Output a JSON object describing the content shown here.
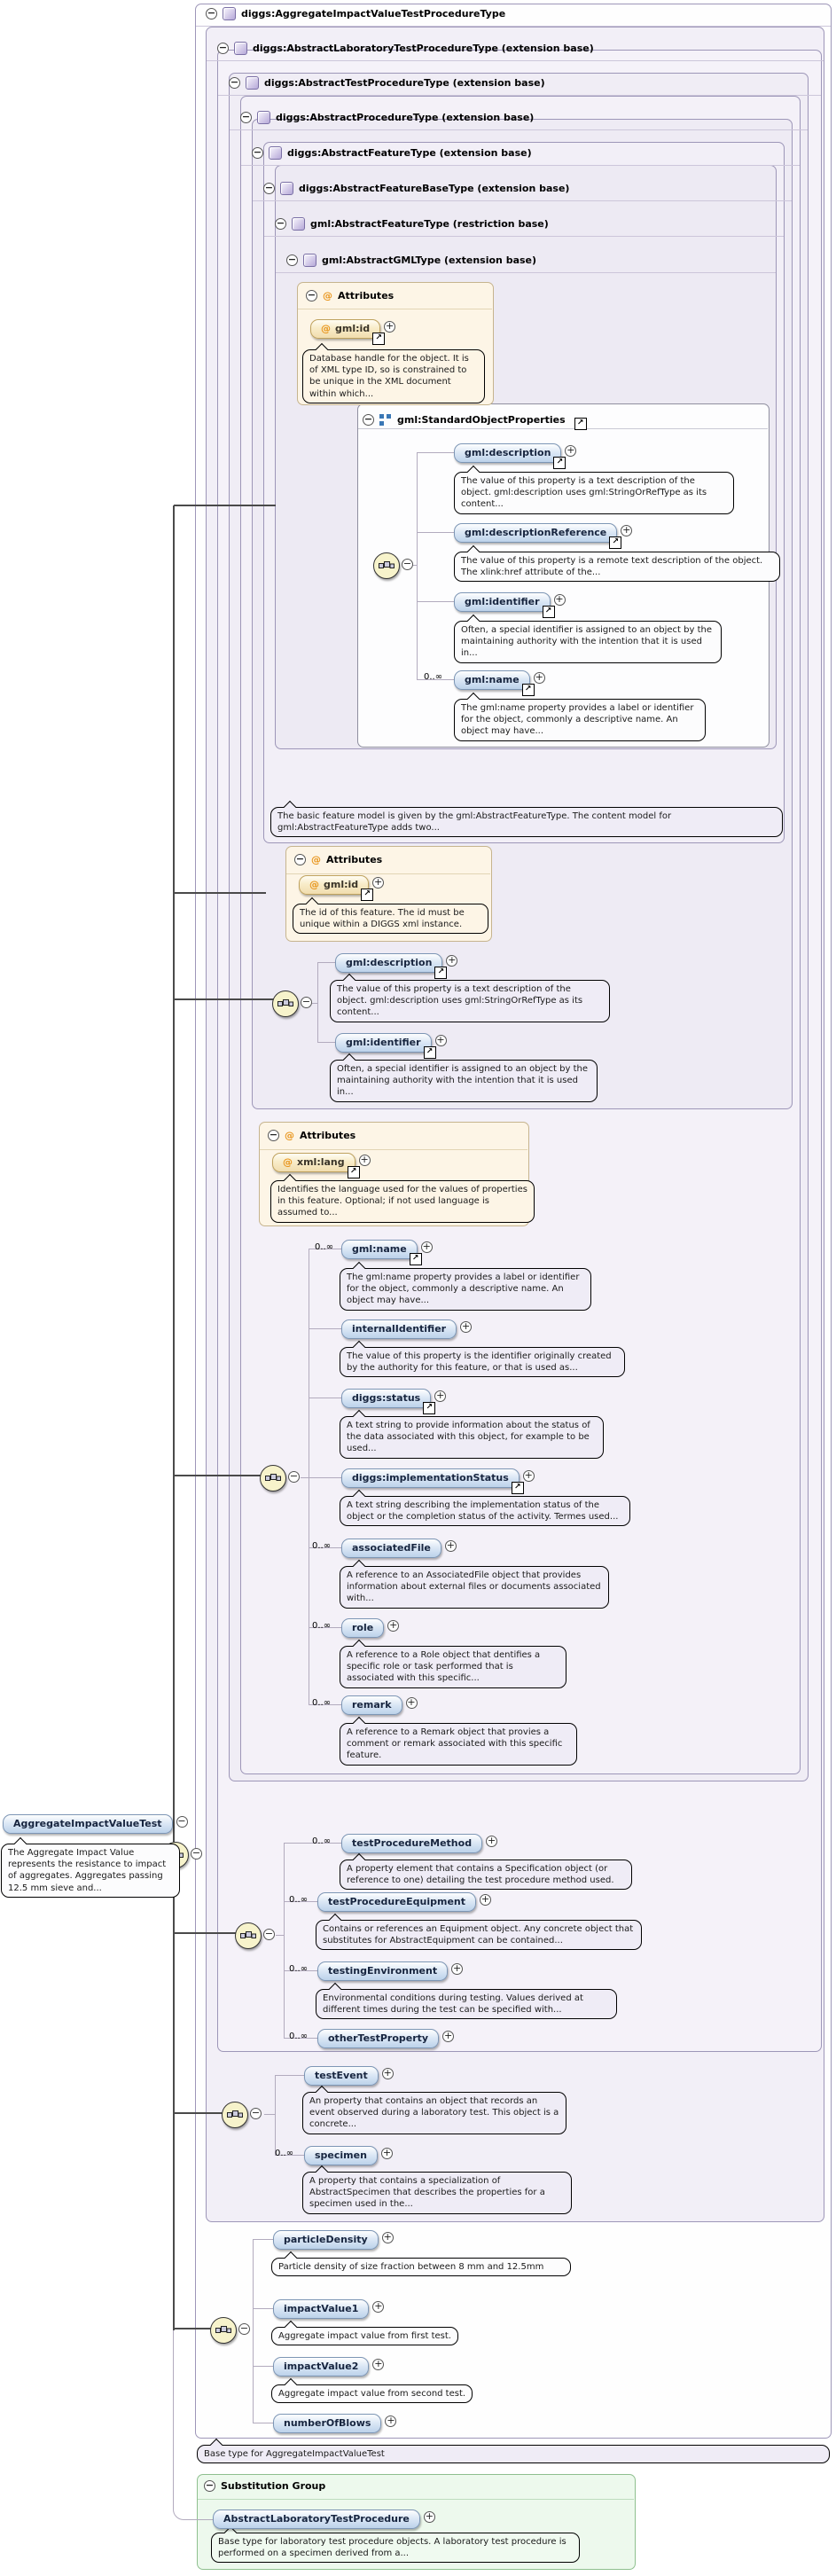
{
  "headers": {
    "box1": "diggs:AggregateImpactValueTestProcedureType",
    "box2": "diggs:AbstractLaboratoryTestProcedureType (extension base)",
    "box3": "diggs:AbstractTestProcedureType (extension base)",
    "box4": "diggs:AbstractProcedureType (extension base)",
    "box5": "diggs:AbstractFeatureType (extension base)",
    "box6": "diggs:AbstractFeatureBaseType (extension base)",
    "box7": "gml:AbstractFeatureType (restriction base)",
    "box8": "gml:AbstractGMLType (extension base)",
    "sop": "gml:StandardObjectProperties",
    "attributes": "Attributes",
    "substitution_group": "Substitution Group"
  },
  "root_element": {
    "label": "AggregateImpactValueTest",
    "doc": "The Aggregate Impact Value represents the resistance to impact of aggregates. Aggregates passing 12.5 mm sieve and..."
  },
  "attrs": {
    "gml_id_gml": {
      "label": "gml:id",
      "doc": "Database handle for the object. It is of XML type ID, so is constrained to be unique in the XML document within which..."
    },
    "gml_id_diggs": {
      "label": "gml:id",
      "doc": "The id of this feature. The id must be unique within a DIGGS xml instance."
    },
    "xml_lang": {
      "label": "xml:lang",
      "doc": "Identifies the language used for the values of properties in this feature. Optional; if not used language is assumed to..."
    }
  },
  "sop_items": [
    {
      "label": "gml:description",
      "doc": "The value of this property is a text description of the object. gml:description uses gml:StringOrRefType as its content..."
    },
    {
      "label": "gml:descriptionReference",
      "doc": "The value of this property is a remote text description of the object. The xlink:href attribute of the..."
    },
    {
      "label": "gml:identifier",
      "doc": "Often, a special identifier is assigned to an object by the maintaining authority with the intention that it is used in..."
    },
    {
      "label": "gml:name",
      "occurs": "0..∞",
      "doc": "The gml:name property provides a label or identifier for the object, commonly a descriptive name. An object may have..."
    }
  ],
  "feature_base_items": [
    {
      "label": "gml:description",
      "doc": "The value of this property is a text description of the object. gml:description uses gml:StringOrRefType as its content..."
    },
    {
      "label": "gml:identifier",
      "doc": "Often, a special identifier is assigned to an object by the maintaining authority with the intention that it is used in..."
    }
  ],
  "feature_items": [
    {
      "label": "gml:name",
      "occurs": "0..∞",
      "doc": "The gml:name property provides a label or identifier for the object, commonly a descriptive name. An object may have..."
    },
    {
      "label": "internalIdentifier",
      "doc": "The value of this property is the identifier originally created by the authority for this feature, or that is used as..."
    },
    {
      "label": "diggs:status",
      "doc": "A text string to provide information about the status of the data associated with this object, for example to be used..."
    },
    {
      "label": "diggs:implementationStatus",
      "doc": "A text string describing the implementation status of the object or the completion status of the activity. Termes used..."
    },
    {
      "label": "associatedFile",
      "occurs": "0..∞",
      "doc": "A reference to an AssociatedFile object that provides information about external files or documents associated with..."
    },
    {
      "label": "role",
      "occurs": "0..∞",
      "doc": "A reference to a Role object that dentifies a specific role or task performed that is associated with this specific..."
    },
    {
      "label": "remark",
      "occurs": "0..∞",
      "doc": "A reference to a Remark object that provies a comment or remark associated with this specific feature."
    }
  ],
  "test_items": [
    {
      "label": "testProcedureMethod",
      "occurs": "0..∞",
      "doc": "A property element that contains a Specification object (or reference to one) detailing the test procedure method used."
    },
    {
      "label": "testProcedureEquipment",
      "occurs": "0..∞",
      "doc": "Contains or references an Equipment object. Any concrete object that substitutes for AbstractEquipment can be contained..."
    },
    {
      "label": "testingEnvironment",
      "occurs": "0..∞",
      "doc": "Environmental conditions during testing. Values derived at different times during the test can be specified with..."
    },
    {
      "label": "otherTestProperty",
      "occurs": "0..∞"
    }
  ],
  "lab_items": [
    {
      "label": "testEvent",
      "doc": "An property that contains an object that records an event observed during a laboratory test. This object is a concrete..."
    },
    {
      "label": "specimen",
      "occurs": "0..∞",
      "doc": "A property that contains a specialization of AbstractSpecimen that describes the properties for a specimen used in the..."
    }
  ],
  "agg_items": [
    {
      "label": "particleDensity",
      "doc": "Particle density of size fraction between 8 mm and 12.5mm"
    },
    {
      "label": "impactValue1",
      "doc": "Aggregate impact value from first test."
    },
    {
      "label": "impactValue2",
      "doc": "Aggregate impact value from second test."
    },
    {
      "label": "numberOfBlows"
    }
  ],
  "notes": {
    "feature_model": "The basic feature model is given by the gml:AbstractFeatureType. The content model for gml:AbstractFeatureType adds two...",
    "base_type": "Base type for AggregateImpactValueTest"
  },
  "substitution": {
    "label": "AbstractLaboratoryTestProcedure",
    "doc": "Base type for laboratory test procedure objects. A laboratory test procedure is performed on a specimen derived from a..."
  },
  "icons": {
    "collapse": "−",
    "expand": "+",
    "external": "↗",
    "attribute": "@"
  }
}
